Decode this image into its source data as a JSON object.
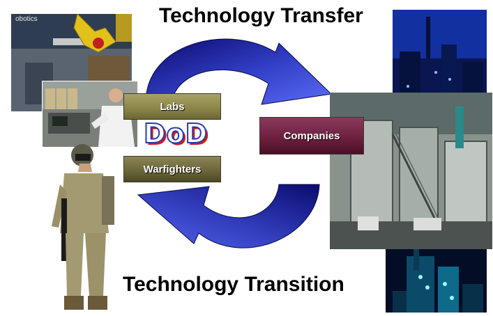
{
  "titles": {
    "top": "Technology Transfer",
    "bottom": "Technology Transition"
  },
  "labels": {
    "labs": "Labs",
    "dod": "DoD",
    "warfighters": "Warfighters",
    "companies": "Companies"
  },
  "photo_text": {
    "robotics_sign": "obotics"
  },
  "colors": {
    "arrow_dark": "#0b0b6e",
    "arrow_light": "#4a5cf0",
    "labs_box": "#8a8446",
    "warfighters_box": "#6a6438",
    "companies_box": "#6b1e3c",
    "dod_outline": "#2a3aa8",
    "dod_shadow": "#d21a1a"
  }
}
